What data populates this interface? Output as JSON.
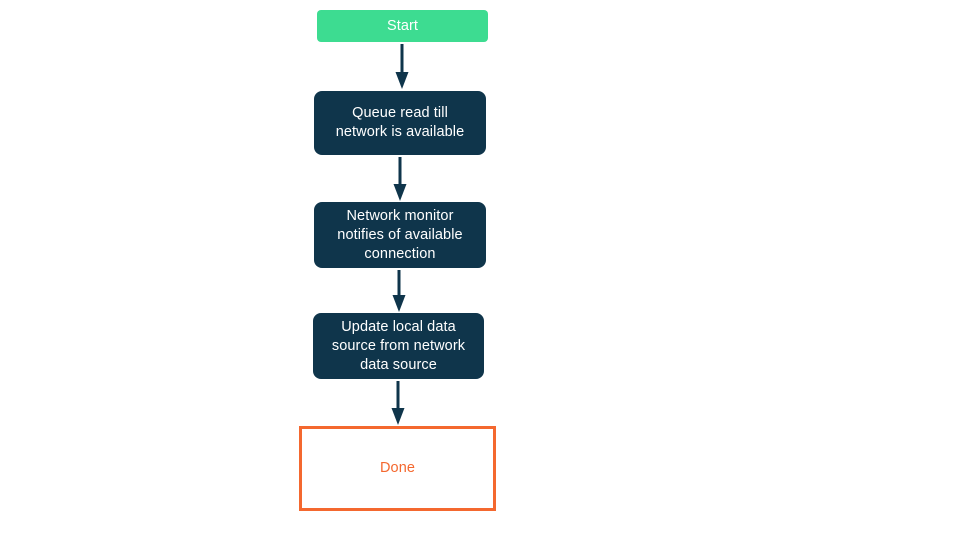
{
  "diagram": {
    "type": "flowchart",
    "orientation": "top-to-bottom",
    "background_color": "#ffffff",
    "nodes": [
      {
        "id": "start",
        "label": "Start",
        "shape": "rounded-rectangle",
        "fill_color": "#3ddc91",
        "text_color": "#ffffff"
      },
      {
        "id": "queue",
        "label": "Queue read till\nnetwork is available",
        "shape": "rounded-rectangle",
        "fill_color": "#0f354b",
        "text_color": "#ffffff"
      },
      {
        "id": "monitor",
        "label": "Network monitor\nnotifies of available\nconnection",
        "shape": "rounded-rectangle",
        "fill_color": "#0f354b",
        "text_color": "#ffffff"
      },
      {
        "id": "update",
        "label": "Update local data\nsource from network\ndata source",
        "shape": "rounded-rectangle",
        "fill_color": "#0f354b",
        "text_color": "#ffffff"
      },
      {
        "id": "done",
        "label": "Done",
        "shape": "rectangle",
        "fill_color": "#ffffff",
        "text_color": "#f4682f",
        "border_color": "#f4682f"
      }
    ],
    "edges": [
      {
        "from": "start",
        "to": "queue",
        "arrow_color": "#0f354b",
        "label": ""
      },
      {
        "from": "queue",
        "to": "monitor",
        "arrow_color": "#0f354b",
        "label": ""
      },
      {
        "from": "monitor",
        "to": "update",
        "arrow_color": "#0f354b",
        "label": ""
      },
      {
        "from": "update",
        "to": "done",
        "arrow_color": "#0f354b",
        "label": ""
      }
    ]
  }
}
